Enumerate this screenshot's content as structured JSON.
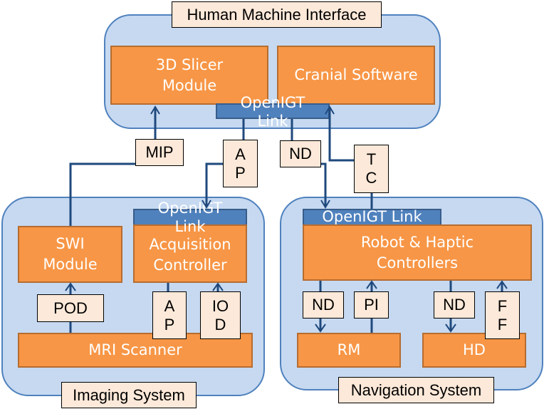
{
  "groups": {
    "hmi": {
      "title": "Human Machine Interface"
    },
    "imaging": {
      "title": "Imaging System"
    },
    "navigation": {
      "title": "Navigation System"
    }
  },
  "blocks": {
    "slicer": "3D Slicer\nModule",
    "cranial": "Cranial Software",
    "swi": "SWI\nModule",
    "acquisition": "Acquisition\nController",
    "mri": "MRI Scanner",
    "robot": "Robot & Haptic\nControllers",
    "rm": "RM",
    "hd": "HD"
  },
  "links": {
    "hmi": "OpenIGT\nLink",
    "imaging": "OpenIGT\nLink",
    "navigation": "OpenIGT Link"
  },
  "messages": {
    "mip": "MIP",
    "ap_top": "A\nP",
    "nd_top": "ND",
    "tc": "T\nC",
    "pod": "POD",
    "ap_bottom": "A\nP",
    "iod": "IO\nD",
    "nd_rm": "ND",
    "pi": "PI",
    "nd_hd": "ND",
    "ff": "F\nF"
  },
  "colors": {
    "group_fill": "#c6d9f1",
    "group_border": "#4f81bd",
    "block_fill": "#f79646",
    "link_fill": "#4f81bd",
    "tag_fill": "#fde9d9",
    "wire": "#1f497d"
  }
}
